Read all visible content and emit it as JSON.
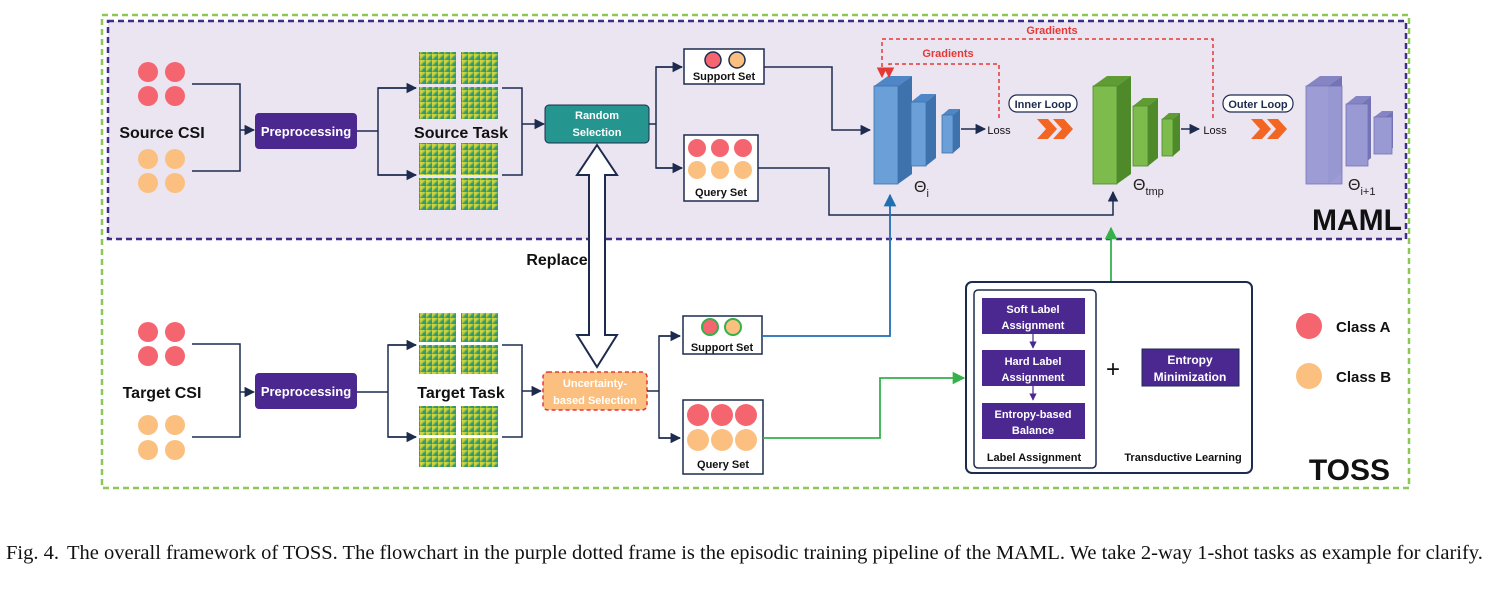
{
  "labels": {
    "source_csi": "Source CSI",
    "target_csi": "Target CSI",
    "preprocessing": "Preprocessing",
    "source_task": "Source Task",
    "target_task": "Target Task",
    "random_selection_1": "Random",
    "random_selection_2": "Selection",
    "uncertainty_selection_1": "Uncertainty-",
    "uncertainty_selection_2": "based Selection",
    "support_set": "Support Set",
    "query_set": "Query Set",
    "replace": "Replace",
    "gradients": "Gradients",
    "loss": "Loss",
    "inner_loop": "Inner Loop",
    "outer_loop": "Outer Loop",
    "theta_i": "Θ",
    "theta_i_sub": "i",
    "theta_tmp": "Θ",
    "theta_tmp_sub": "tmp",
    "theta_i1": "Θ",
    "theta_i1_sub": "i+1",
    "maml": "MAML",
    "toss": "TOSS",
    "soft_label_1": "Soft Label",
    "soft_label_2": "Assignment",
    "hard_label_1": "Hard Label",
    "hard_label_2": "Assignment",
    "entropy_balance_1": "Entropy-based",
    "entropy_balance_2": "Balance",
    "entropy_min_1": "Entropy",
    "entropy_min_2": "Minimization",
    "plus": "+",
    "label_assignment": "Label Assignment",
    "transductive_learning": "Transductive Learning",
    "class_a": "Class A",
    "class_b": "Class B"
  },
  "caption": {
    "label": "Fig. 4.",
    "text": "The overall framework of TOSS. The flowchart in the purple dotted frame is the episodic training pipeline of the MAML. We take 2-way 1-shot tasks as example for clarify."
  },
  "colors": {
    "class_a": "#f4656f",
    "class_b": "#fbc07f",
    "purple_box": "#4b2890",
    "teal_box": "#24968f",
    "maml_frame": "#3f2d8a",
    "maml_fill": "#ebe4f1",
    "toss_frame": "#8dc755",
    "gradient_arrow": "#e53935",
    "blue_line": "#1f6fb2",
    "green_line": "#36b04a",
    "model_blue": "#6a9fd8",
    "model_green": "#7cbb4c",
    "model_lavender": "#9999d4",
    "dark_navy": "#1d2b4f"
  }
}
